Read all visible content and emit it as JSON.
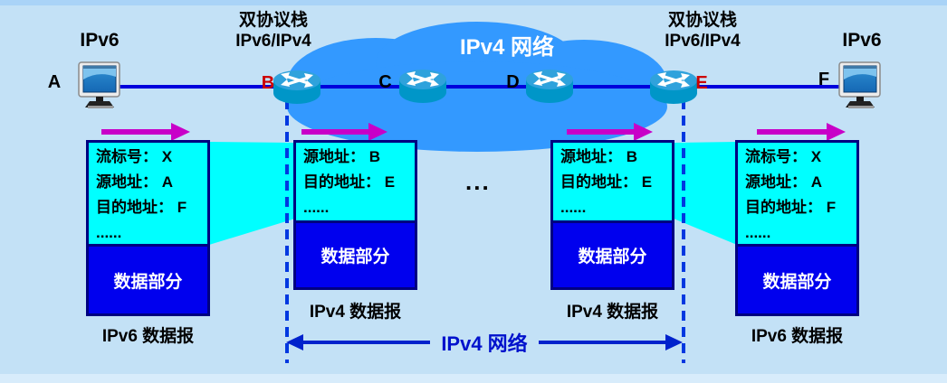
{
  "hosts": {
    "left": {
      "letter": "A",
      "protocol": "IPv6"
    },
    "right": {
      "letter": "F",
      "protocol": "IPv6"
    }
  },
  "dual_stack": {
    "line1": "双协议栈",
    "line2": "IPv6/IPv4"
  },
  "routers": {
    "b": "B",
    "c": "C",
    "d": "D",
    "e": "E"
  },
  "cloud": {
    "label": "IPv4 网络"
  },
  "gap_ellipsis": "...",
  "datagrams": [
    {
      "fields": [
        "流标号： X",
        "源地址： A",
        "目的地址： F",
        "......"
      ],
      "data_label": "数据部分",
      "caption": "IPv6 数据报"
    },
    {
      "fields": [
        "源地址： B",
        "目的地址： E",
        "......"
      ],
      "data_label": "数据部分",
      "caption": "IPv4 数据报"
    },
    {
      "fields": [
        "源地址： B",
        "目的地址： E",
        "......"
      ],
      "data_label": "数据部分",
      "caption": "IPv4 数据报"
    },
    {
      "fields": [
        "流标号： X",
        "源地址： A",
        "目的地址： F",
        "......"
      ],
      "data_label": "数据部分",
      "caption": "IPv6 数据报"
    }
  ],
  "bottom_span": {
    "label": "IPv4 网络"
  },
  "colors": {
    "background": "#C3E1F6",
    "cloud_blue": "#3399FF",
    "header_cyan": "#00FFFF",
    "data_blue": "#0000EE",
    "box_border_navy": "#000080",
    "link_blue": "#0000DC",
    "dashed_blue": "#0038E0",
    "arrow_magenta": "#C800C8",
    "endpoint_red": "#CC0000",
    "bottom_arrow_blue": "#0022CC",
    "cloud_text_white": "#FFFFFF"
  }
}
